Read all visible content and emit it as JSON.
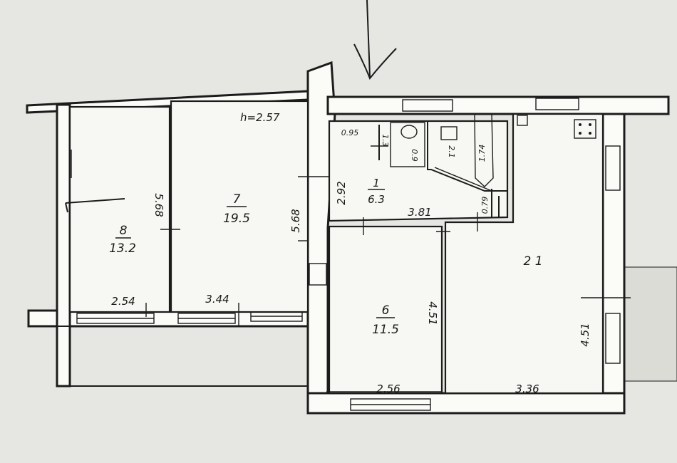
{
  "plan": {
    "ceiling_height": "h=2.57",
    "rooms": [
      {
        "id": "8",
        "num": "8",
        "area": "13.2"
      },
      {
        "id": "7",
        "num": "7",
        "area": "19.5"
      },
      {
        "id": "1",
        "num": "1",
        "area": "6.3"
      },
      {
        "id": "6",
        "num": "6",
        "area": "11.5"
      },
      {
        "id": "21",
        "label": "2 1"
      }
    ],
    "dimensions": {
      "room8_width": "2.54",
      "room8_height": "5.68",
      "room7_width": "3.44",
      "room7_height": "5.68",
      "hall_width": "3.81",
      "hall_height": "2.92",
      "room6_width": "2.56",
      "room6_height": "4.51",
      "kitchen_width": "3.36",
      "kitchen_height": "4.51",
      "entry_width": "0.95",
      "wc_value": "0.9",
      "wc_side": "1.3",
      "bath_value": "2.1",
      "bath_length": "1.74",
      "corner": "0.79"
    }
  }
}
